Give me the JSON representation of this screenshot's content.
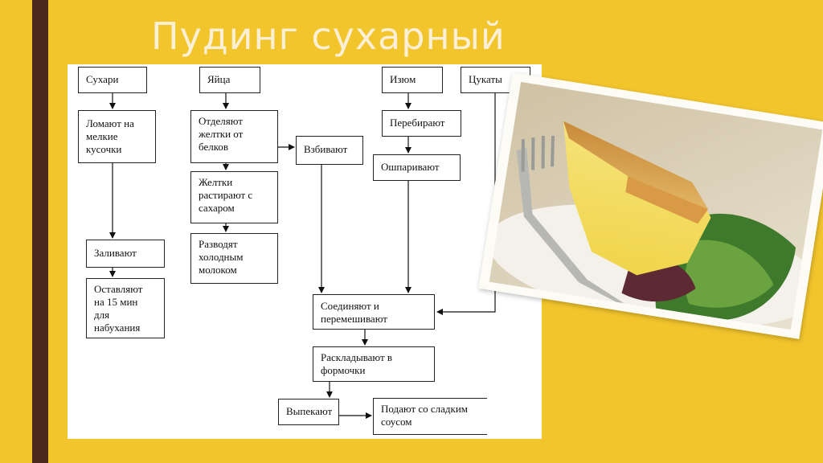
{
  "slide": {
    "title": "Пудинг сухарный",
    "colors": {
      "background": "#f2c52d",
      "left_bar": "#4a2a1a",
      "title": "#fbf0d6"
    }
  },
  "flowchart": {
    "nodes": {
      "sukhari": "Сухари",
      "lomayut": "Ломают на мелкие кусочки",
      "zalivayut": "Заливают",
      "ostavlyayut": "Оставляют на 15 мин для набухания",
      "yaytsa": "Яйца",
      "otdelyayut": "Отделяют желтки от белков",
      "vzbivayut": "Взбивают",
      "zheltki": "Желтки растирают с сахаром",
      "razvodyat": "Разводят холодным молоком",
      "izyum": "Изюм",
      "perebirayut": "Перебирают",
      "oshparivayut": "Ошпаривают",
      "tsukaty": "Цукаты",
      "soedinyayut": "Соединяют и перемешивают",
      "raskladyvayut": "Раскладывают в формочки",
      "vypekayut": "Выпекают",
      "podayut": "Подают со сладким соусом"
    }
  },
  "photo": {
    "subject": "pudding-slice-with-fork-and-greens",
    "icon": "food-photo"
  }
}
